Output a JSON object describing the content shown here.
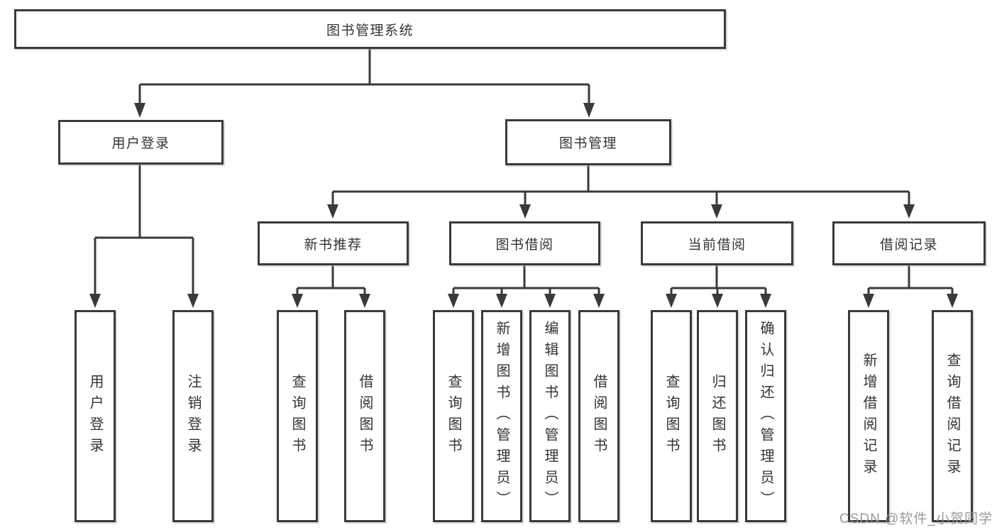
{
  "nodes": {
    "root": "图书管理系统",
    "user_login": "用户登录",
    "book_mgmt": "图书管理",
    "new_books": "新书推荐",
    "book_borrow": "图书借阅",
    "current_borrow": "当前借阅",
    "borrow_records": "借阅记录",
    "leaf_user_login": "用户登录",
    "leaf_logout": "注销登录",
    "leaf_nb_query": "查询图书",
    "leaf_nb_borrow": "借阅图书",
    "leaf_bb_query": "查询图书",
    "leaf_bb_add": "新增图书（管理员）",
    "leaf_bb_edit": "编辑图书（管理员）",
    "leaf_bb_borrow": "借阅图书",
    "leaf_cb_query": "查询图书",
    "leaf_cb_return": "归还图书",
    "leaf_cb_confirm": "确认归还（管理员）",
    "leaf_br_add": "新增借阅记录",
    "leaf_br_query": "查询借阅记录"
  },
  "watermark": "CSDN @软件_小贺同学",
  "colors": {
    "line": "#3a3a3a",
    "text": "#333333",
    "box_background": "#ffffff",
    "watermark": "#919498"
  }
}
